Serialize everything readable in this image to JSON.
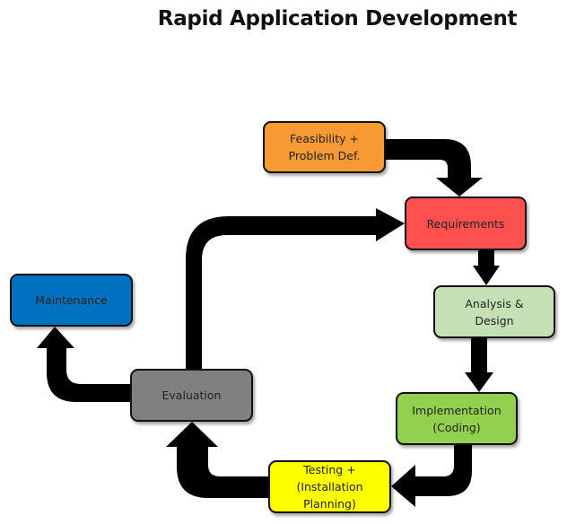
{
  "title": "Rapid Application Development",
  "stages": {
    "feasibility": {
      "label": "Feasibility +\nProblem Def.",
      "color": "#F79A33"
    },
    "requirements": {
      "label": "Requirements",
      "color": "#FF5050"
    },
    "analysis": {
      "label": "Analysis &\nDesign",
      "color": "#C5E0B4"
    },
    "implementation": {
      "label": "Implementation\n(Coding)",
      "color": "#92D050"
    },
    "testing": {
      "label": "Testing +\n(Installation\nPlanning)",
      "color": "#FFFF00"
    },
    "evaluation": {
      "label": "Evaluation",
      "color": "#808080"
    },
    "maintenance": {
      "label": "Maintenance",
      "color": "#0070C0"
    }
  },
  "flows": [
    {
      "from": "Feasibility + Problem Def.",
      "to": "Requirements"
    },
    {
      "from": "Requirements",
      "to": "Analysis & Design"
    },
    {
      "from": "Analysis & Design",
      "to": "Implementation (Coding)"
    },
    {
      "from": "Implementation (Coding)",
      "to": "Testing + (Installation Planning)"
    },
    {
      "from": "Testing + (Installation Planning)",
      "to": "Evaluation"
    },
    {
      "from": "Evaluation",
      "to": "Requirements"
    },
    {
      "from": "Evaluation",
      "to": "Maintenance"
    }
  ],
  "arrow_color": "#000000"
}
